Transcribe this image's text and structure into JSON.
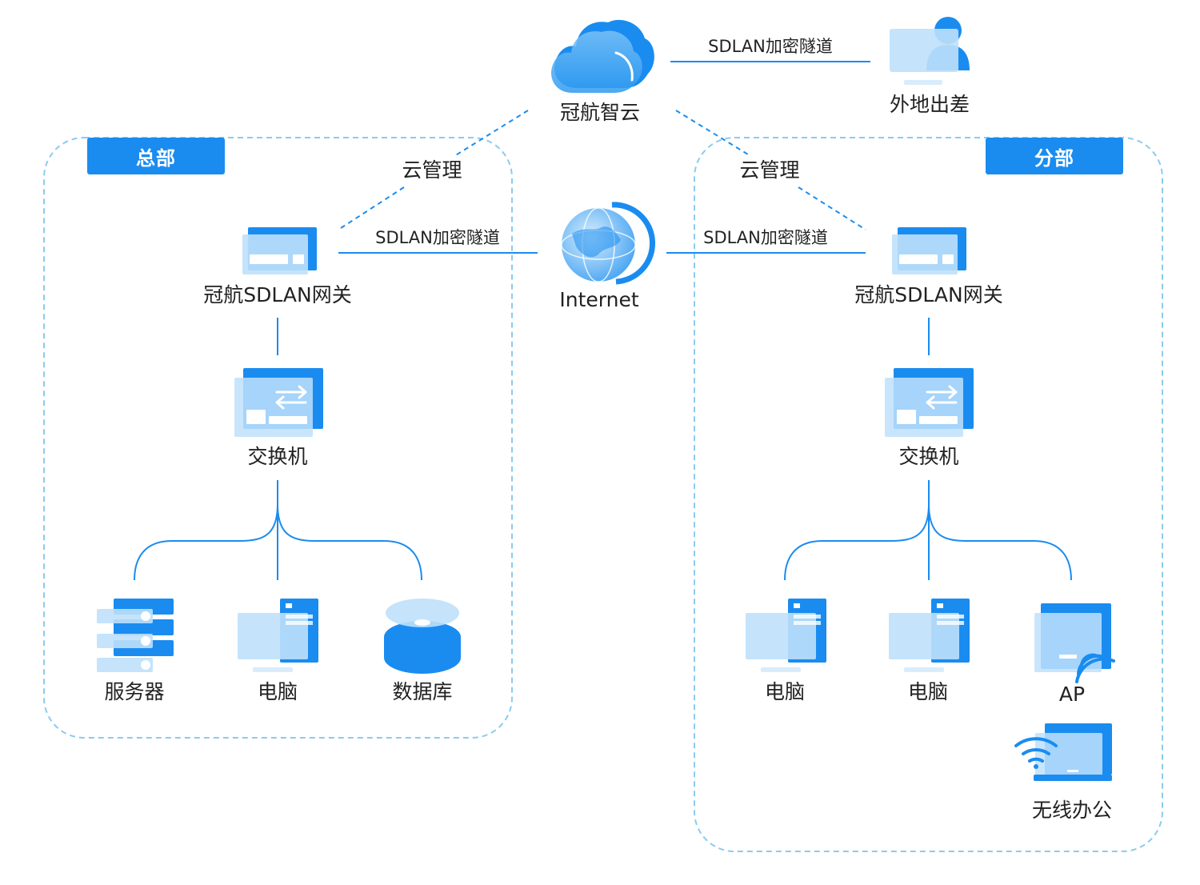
{
  "colors": {
    "primary": "#1a8cf0",
    "light": "#bfe0fb",
    "dash": "#8ccbee",
    "line": "#1a8cf0",
    "text": "#222222"
  },
  "regions": {
    "hq": "总部",
    "branch": "分部"
  },
  "nodes": {
    "cloud": "冠航智云",
    "remote": "外地出差",
    "internet": "Internet",
    "hq_gateway": "冠航SDLAN网关",
    "br_gateway": "冠航SDLAN网关",
    "hq_switch": "交换机",
    "br_switch": "交换机",
    "hq_server": "服务器",
    "hq_pc": "电脑",
    "hq_db": "数据库",
    "br_pc1": "电脑",
    "br_pc2": "电脑",
    "br_ap": "AP",
    "br_wireless": "无线办公"
  },
  "links": {
    "tunnel_cloud_remote": "SDLAN加密隧道",
    "tunnel_hq": "SDLAN加密隧道",
    "tunnel_br": "SDLAN加密隧道",
    "mgmt_hq": "云管理",
    "mgmt_br": "云管理"
  },
  "icons": [
    "cloud-icon",
    "remote-user-icon",
    "globe-icon",
    "gateway-icon",
    "switch-icon",
    "server-icon",
    "computer-icon",
    "database-icon",
    "access-point-icon",
    "wireless-laptop-icon"
  ]
}
